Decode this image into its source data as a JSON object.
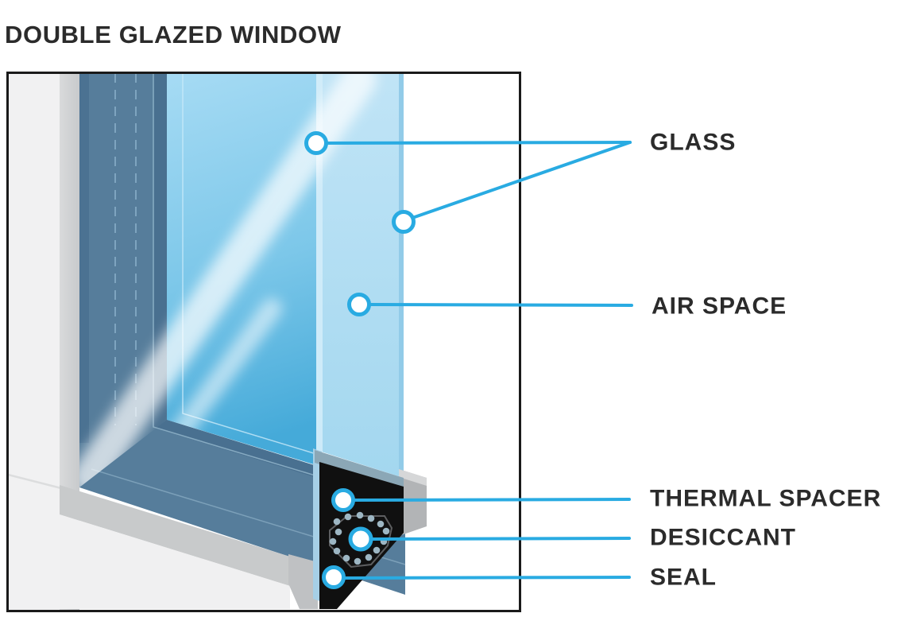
{
  "title": "DOUBLE GLAZED WINDOW",
  "colors": {
    "accent": "#29abe2",
    "text": "#2b2b2b",
    "diagram_border": "#1a1a1a",
    "glass_pane_blue": "#7cc7e9",
    "air_space_blue": "#aedef3",
    "frame_slate": "#567d9b",
    "frame_white": "#f1f1f2",
    "spacer_black": "#101010",
    "desiccant_dot": "#9db6c3"
  },
  "diagram": {
    "description": "Isometric cutaway illustration of a double glazed window corner",
    "labels": [
      {
        "id": "glass",
        "text": "GLASS"
      },
      {
        "id": "air-space",
        "text": "AIR SPACE"
      },
      {
        "id": "thermal-spacer",
        "text": "THERMAL SPACER"
      },
      {
        "id": "desiccant",
        "text": "DESICCANT"
      },
      {
        "id": "seal",
        "text": "SEAL"
      }
    ]
  }
}
